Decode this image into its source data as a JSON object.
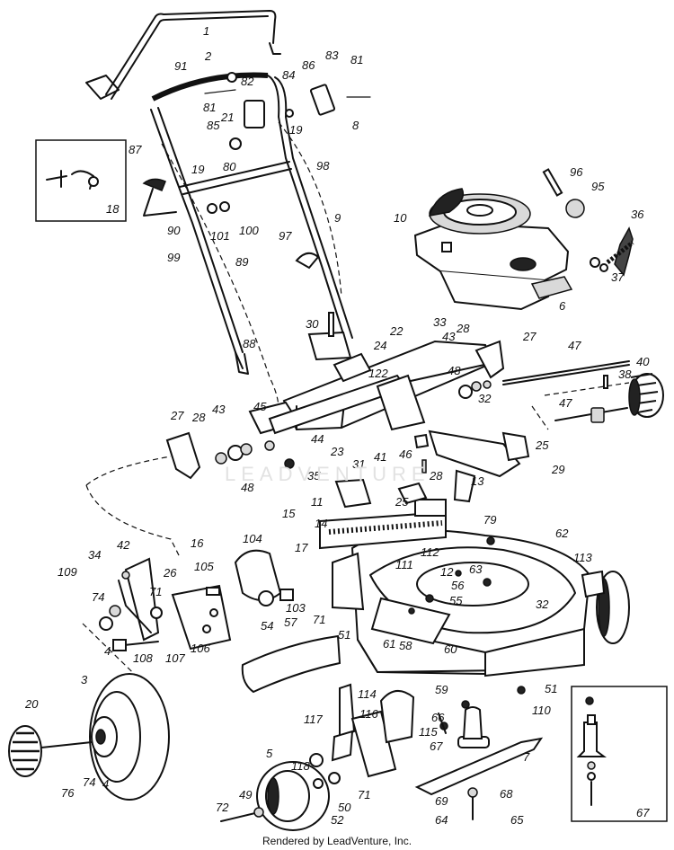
{
  "watermark": "LEADVENTURE",
  "footer": "Rendered by LeadVenture, Inc.",
  "callouts": [
    "1",
    "91",
    "2",
    "82",
    "81",
    "85",
    "21",
    "84",
    "86",
    "83",
    "81",
    "19",
    "8",
    "87",
    "80",
    "19",
    "98",
    "18",
    "90",
    "101",
    "100",
    "99",
    "89",
    "9",
    "97",
    "10",
    "96",
    "95",
    "36",
    "37",
    "6",
    "30",
    "33",
    "22",
    "28",
    "43",
    "27",
    "47",
    "88",
    "24",
    "122",
    "48",
    "40",
    "38",
    "45",
    "32",
    "47",
    "27",
    "28",
    "43",
    "44",
    "23",
    "46",
    "25",
    "48",
    "35",
    "31",
    "41",
    "28",
    "13",
    "29",
    "11",
    "25",
    "15",
    "14",
    "79",
    "62",
    "16",
    "104",
    "17",
    "34",
    "42",
    "111",
    "112",
    "12",
    "63",
    "113",
    "26",
    "109",
    "105",
    "56",
    "55",
    "71",
    "74",
    "103",
    "32",
    "57",
    "71",
    "51",
    "4",
    "108",
    "107",
    "106",
    "54",
    "61",
    "58",
    "60",
    "3",
    "20",
    "59",
    "51",
    "110",
    "114",
    "66",
    "117",
    "116",
    "67",
    "115",
    "7",
    "5",
    "118",
    "49",
    "71",
    "69",
    "68",
    "72",
    "50",
    "52",
    "64",
    "65",
    "76",
    "74",
    "4",
    "67"
  ]
}
